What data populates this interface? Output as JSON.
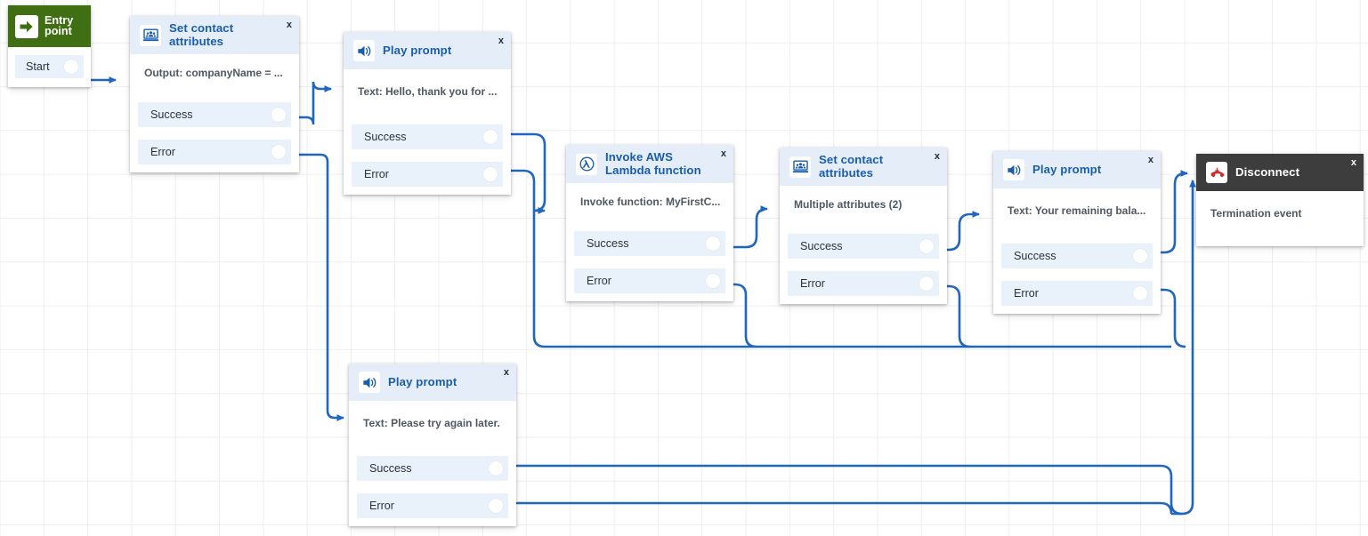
{
  "app": {
    "title": "Amazon Connect contact flow designer",
    "close_label": "x"
  },
  "colors": {
    "accent_blue": "#1a5eab",
    "wire": "#1f66bf",
    "entry_green": "#3f6f12",
    "disconnect_dark": "#3d3d3d",
    "disconnect_red": "#d32b2b",
    "port_bg": "#e9f1fa",
    "header_bg": "#e5eef8",
    "grid_line": "#eceef0"
  },
  "entry_point": {
    "title_line1": "Entry",
    "title_line2": "point",
    "icon": "arrow-right-icon",
    "ports": [
      {
        "label": "Start"
      }
    ]
  },
  "nodes": [
    {
      "id": "set-contact-attributes-1",
      "icon": "contact-attributes-icon",
      "title_line1": "Set contact",
      "title_line2": "attributes",
      "subtitle": "Output: companyName = ...",
      "close": "x",
      "ports": [
        {
          "label": "Success"
        },
        {
          "label": "Error"
        }
      ]
    },
    {
      "id": "play-prompt-1",
      "icon": "speaker-icon",
      "title_line1": "Play prompt",
      "title_line2": "",
      "subtitle": "Text: Hello, thank you for ...",
      "close": "x",
      "ports": [
        {
          "label": "Success"
        },
        {
          "label": "Error"
        }
      ]
    },
    {
      "id": "invoke-aws-lambda-function",
      "icon": "lambda-icon",
      "title_line1": "Invoke AWS",
      "title_line2": "Lambda function",
      "subtitle": "Invoke function: MyFirstC...",
      "close": "x",
      "ports": [
        {
          "label": "Success"
        },
        {
          "label": "Error"
        }
      ]
    },
    {
      "id": "set-contact-attributes-2",
      "icon": "contact-attributes-icon",
      "title_line1": "Set contact",
      "title_line2": "attributes",
      "subtitle": "Multiple attributes (2)",
      "close": "x",
      "ports": [
        {
          "label": "Success"
        },
        {
          "label": "Error"
        }
      ]
    },
    {
      "id": "play-prompt-2",
      "icon": "speaker-icon",
      "title_line1": "Play prompt",
      "title_line2": "",
      "subtitle": "Text: Your remaining bala...",
      "close": "x",
      "ports": [
        {
          "label": "Success"
        },
        {
          "label": "Error"
        }
      ]
    },
    {
      "id": "disconnect",
      "icon": "phone-hangup-icon",
      "title_line1": "Disconnect",
      "title_line2": "",
      "subtitle": "Termination event",
      "close": "x",
      "ports": []
    },
    {
      "id": "play-prompt-3",
      "icon": "speaker-icon",
      "title_line1": "Play prompt",
      "title_line2": "",
      "subtitle": "Text: Please try again later.",
      "close": "x",
      "ports": [
        {
          "label": "Success"
        },
        {
          "label": "Error"
        }
      ]
    }
  ]
}
